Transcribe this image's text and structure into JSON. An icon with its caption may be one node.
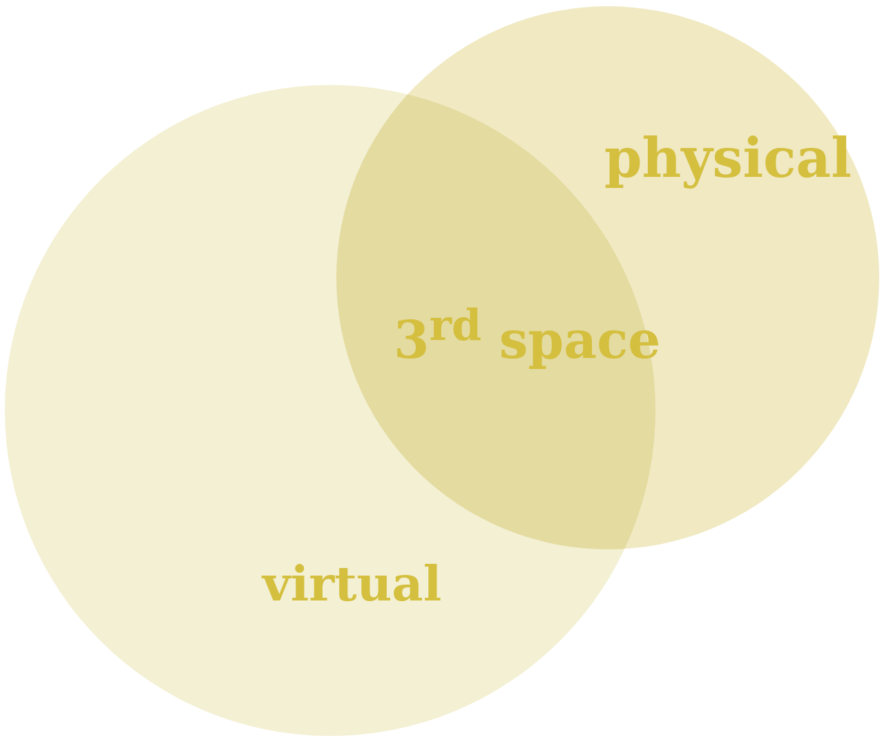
{
  "diagram": {
    "nodes": [
      {
        "text": [
          "physical"
        ]
      },
      {
        "text": [
          "virtual"
        ]
      }
    ],
    "edges": [],
    "labels": [
      "3$^{rd}$ space"
    ]
  }
}
